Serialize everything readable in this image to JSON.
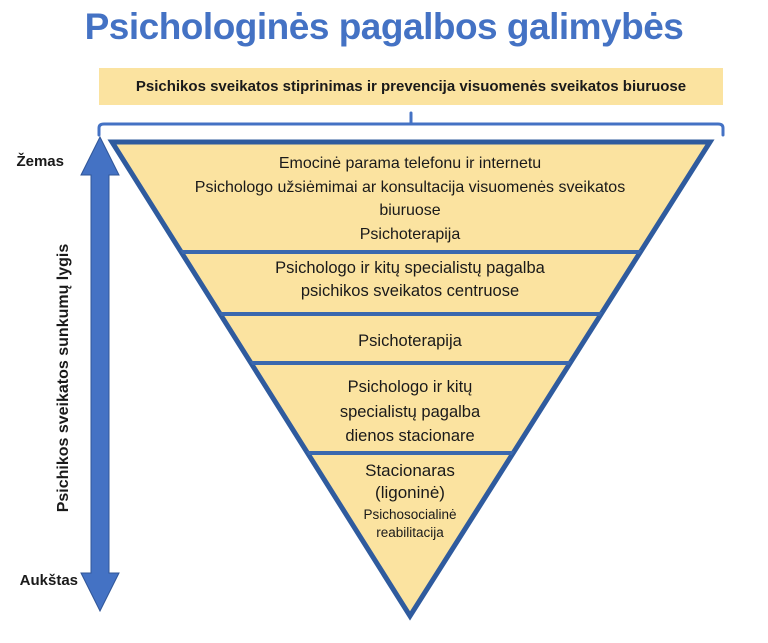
{
  "title": "Psichologinės pagalbos galimybės",
  "banner": {
    "text": "Psichikos sveikatos stiprinimas ir prevencija visuomenės sveikatos biuruose"
  },
  "axis": {
    "top_label": "Žemas",
    "bottom_label": "Aukštas",
    "label": "Psichikos sveikatos sunkumų lygis"
  },
  "pyramid": {
    "tiers": [
      {
        "name": "tier-1",
        "lines": [
          "Emocinė parama telefonu ir internetu",
          "Psichologo užsiėmimai ar konsultacija visuomenės sveikatos",
          "biuruose",
          "Psichoterapija"
        ]
      },
      {
        "name": "tier-2",
        "lines": [
          "Psichologo ir kitų specialistų pagalba",
          "psichikos sveikatos centruose"
        ]
      },
      {
        "name": "tier-3",
        "lines": [
          "Psichoterapija"
        ]
      },
      {
        "name": "tier-4",
        "lines": [
          "Psichologo ir kitų",
          "specialistų pagalba",
          "dienos stacionare"
        ]
      },
      {
        "name": "tier-5",
        "lines": [
          "Stacionaras",
          "(ligoninė)"
        ],
        "sublines": [
          "Psichosocialinė",
          "reabilitacija"
        ]
      }
    ]
  },
  "colors": {
    "title_blue": "#4472C4",
    "accent_blue": "#4472C4",
    "arrow_edge_blue": "#2F5597",
    "pyramid_fill": "#FBE3A0",
    "pyramid_border": "#2F5B9E",
    "divider_blue": "#3A68AE",
    "banner_fill": "#FBE3A0",
    "text_black": "#1a1a1a"
  }
}
